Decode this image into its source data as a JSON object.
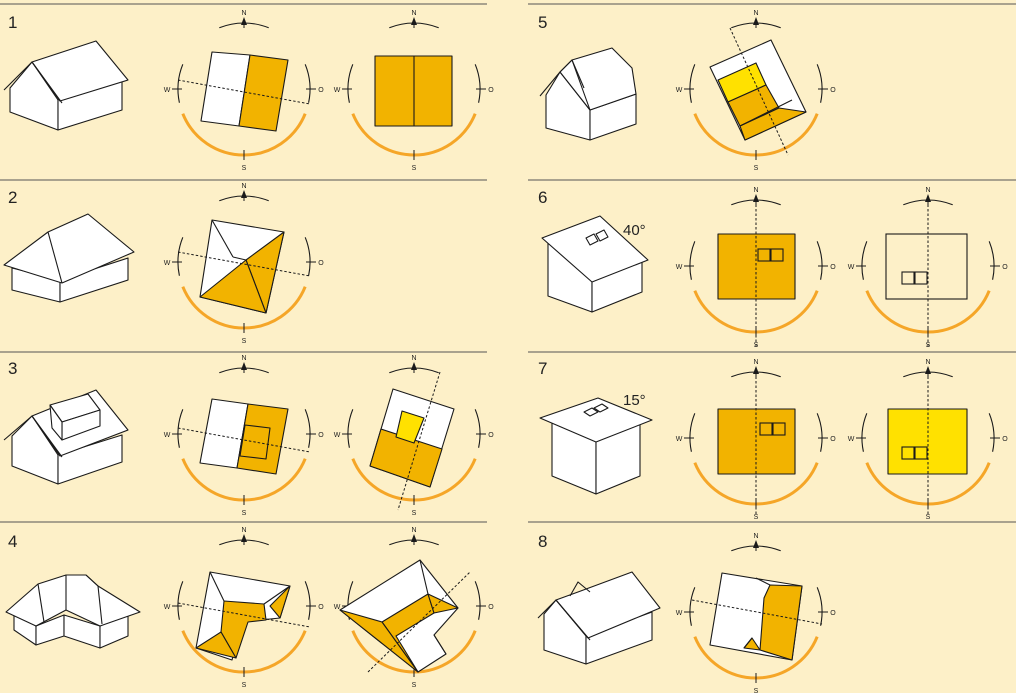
{
  "rows": [
    {
      "number": "1"
    },
    {
      "number": "2"
    },
    {
      "number": "3"
    },
    {
      "number": "4"
    },
    {
      "number": "5"
    },
    {
      "number": "6",
      "angle": "40°"
    },
    {
      "number": "7",
      "angle": "15°"
    },
    {
      "number": "8"
    }
  ],
  "compass": {
    "north": "N",
    "south": "S",
    "west": "W",
    "east": "O"
  },
  "colors": {
    "background": "#fdf0c8",
    "south_arc": "#f5a628",
    "orange_face": "#f2b300",
    "yellow_face": "#ffe100"
  }
}
